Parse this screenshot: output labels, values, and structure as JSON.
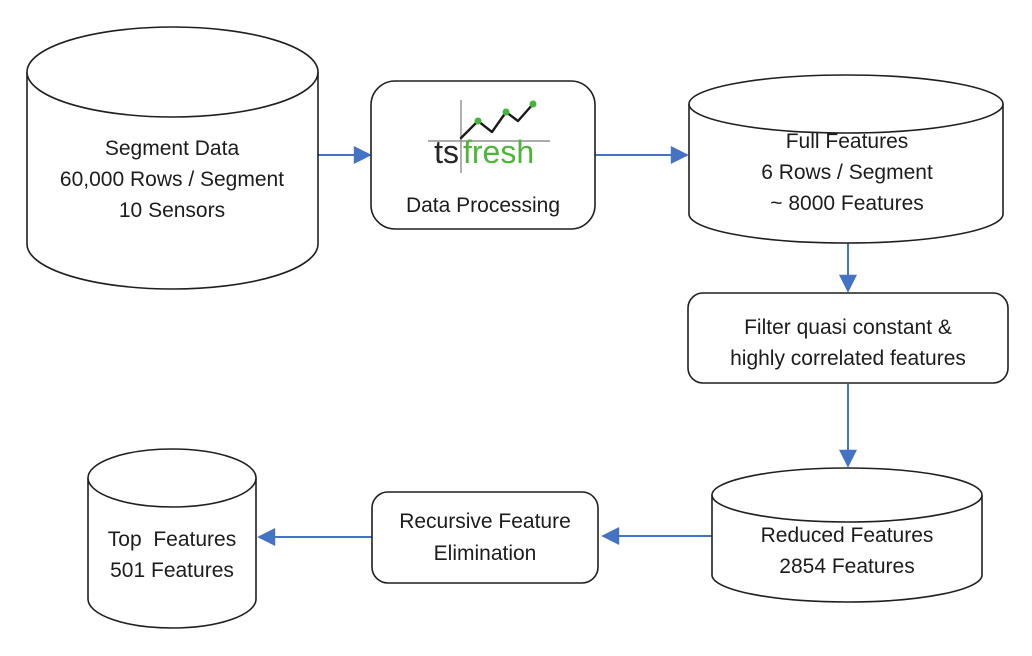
{
  "diagram": {
    "background_color": "#ffffff",
    "shape_outline_color": "#1f1f1f",
    "arrow_color": "#4472c4",
    "nodes": {
      "segment_data": {
        "shape": "cylinder",
        "lines": [
          "Segment Data",
          "60,000 Rows / Segment",
          "10 Sensors"
        ]
      },
      "data_processing": {
        "shape": "rounded-rect",
        "logo_ts": "ts",
        "logo_fresh": "fresh",
        "logo_green": "#4fb43a",
        "logo_dot_green": "#45b43c",
        "logo_axis_gray": "#8f8f8f",
        "label": "Data Processing"
      },
      "full_features": {
        "shape": "cylinder",
        "lines": [
          "Full Features",
          "6 Rows / Segment",
          "~ 8000 Features"
        ]
      },
      "filter": {
        "shape": "rounded-rect",
        "lines": [
          "Filter quasi constant &",
          "highly correlated features"
        ]
      },
      "reduced_features": {
        "shape": "cylinder",
        "lines": [
          "Reduced Features",
          "2854 Features"
        ]
      },
      "rfe": {
        "shape": "rounded-rect",
        "lines": [
          "Recursive Feature",
          "Elimination"
        ]
      },
      "top_features": {
        "shape": "cylinder",
        "lines": [
          "Top  Features",
          "501 Features"
        ]
      }
    },
    "edges": [
      {
        "from": "segment_data",
        "to": "data_processing",
        "direction": "right"
      },
      {
        "from": "data_processing",
        "to": "full_features",
        "direction": "right"
      },
      {
        "from": "full_features",
        "to": "filter",
        "direction": "down"
      },
      {
        "from": "filter",
        "to": "reduced_features",
        "direction": "down"
      },
      {
        "from": "reduced_features",
        "to": "rfe",
        "direction": "left"
      },
      {
        "from": "rfe",
        "to": "top_features",
        "direction": "left"
      }
    ]
  }
}
